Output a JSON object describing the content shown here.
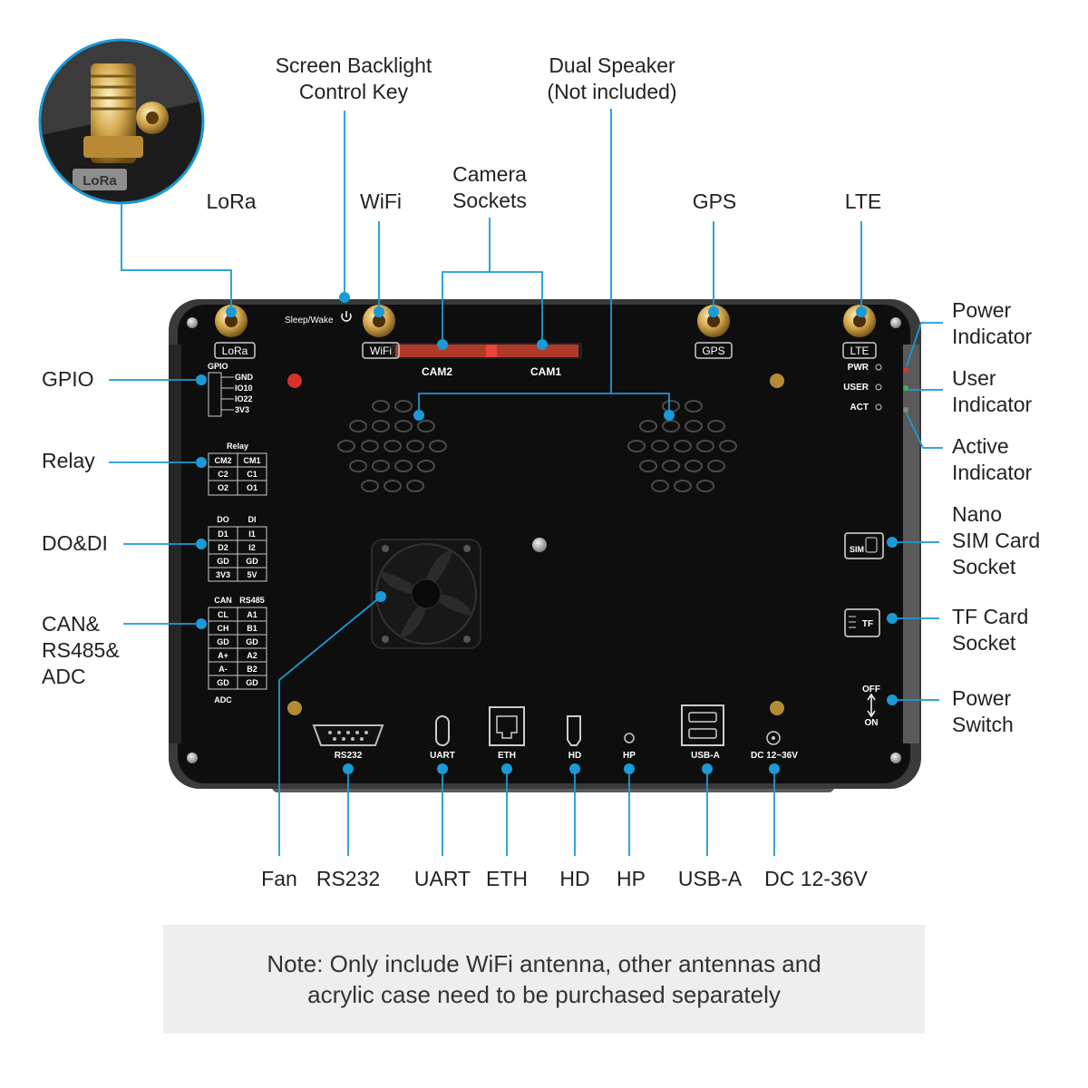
{
  "callouts": {
    "screen_backlight": [
      "Screen Backlight",
      "Control Key"
    ],
    "dual_speaker": [
      "Dual Speaker",
      "(Not included)"
    ],
    "camera_sockets": [
      "Camera",
      "Sockets"
    ],
    "lora": "LoRa",
    "wifi": "WiFi",
    "gps": "GPS",
    "lte": "LTE",
    "power_indicator": [
      "Power",
      "Indicator"
    ],
    "user_indicator": [
      "User",
      "Indicator"
    ],
    "active_indicator": [
      "Active",
      "Indicator"
    ],
    "nano_sim": [
      "Nano",
      "SIM Card",
      "Socket"
    ],
    "tf_card": [
      "TF Card",
      "Socket"
    ],
    "power_switch": [
      "Power",
      "Switch"
    ],
    "gpio": "GPIO",
    "relay": "Relay",
    "do_di": "DO&DI",
    "can_rs485_adc": [
      "CAN&",
      "RS485&",
      "ADC"
    ],
    "bottom": [
      "Fan",
      "RS232",
      "UART",
      "ETH",
      "HD",
      "HP",
      "USB-A",
      "DC 12-36V"
    ]
  },
  "board": {
    "sleep_wake": "Sleep/Wake",
    "antenna_tags": [
      "LoRa",
      "WiFi",
      "GPS",
      "LTE"
    ],
    "cam_labels": [
      "CAM2",
      "CAM1"
    ],
    "leds": [
      "PWR",
      "USER",
      "ACT"
    ],
    "gpio_title": "GPIO",
    "gpio_pins": [
      "GND",
      "IO10",
      "IO22",
      "3V3"
    ],
    "relay_title": "Relay",
    "relay_pins": [
      [
        "CM2",
        "CM1"
      ],
      [
        "C2",
        "C1"
      ],
      [
        "O2",
        "O1"
      ]
    ],
    "dodi_titles": [
      "DO",
      "DI"
    ],
    "dodi_pins": [
      [
        "D1",
        "I1"
      ],
      [
        "D2",
        "I2"
      ],
      [
        "GD",
        "GD"
      ],
      [
        "3V3",
        "5V"
      ]
    ],
    "can_titles": [
      "CAN",
      "RS485"
    ],
    "can_pins": [
      [
        "CL",
        "A1"
      ],
      [
        "CH",
        "B1"
      ],
      [
        "GD",
        "GD"
      ],
      [
        "A+",
        "A2"
      ],
      [
        "A-",
        "B2"
      ],
      [
        "GD",
        "GD"
      ]
    ],
    "adc_title": "ADC",
    "sim_tag": "SIM",
    "tf_tag": "TF",
    "switch_off": "OFF",
    "switch_on": "ON",
    "port_labels": [
      "RS232",
      "UART",
      "ETH",
      "HD",
      "HP",
      "USB-A",
      "DC 12~36V"
    ]
  },
  "note": {
    "lines": [
      "Note: Only include WiFi antenna, other antennas and",
      "acrylic case need to be purchased separately"
    ]
  },
  "colors": {
    "callout_line": "#1a9ad6",
    "board_body": "#0e0e0e",
    "board_frame": "#3a3a3a",
    "antenna_gold": "#c9a04a",
    "led_red": "#d8322c",
    "note_bg": "#eeeeee"
  },
  "icons": [
    "power-icon",
    "ethernet-icon",
    "usb-a-icon",
    "hdmi-icon",
    "usb-c-icon",
    "sim-card-icon",
    "tf-card-icon",
    "fan-icon",
    "sma-connector-icon"
  ]
}
